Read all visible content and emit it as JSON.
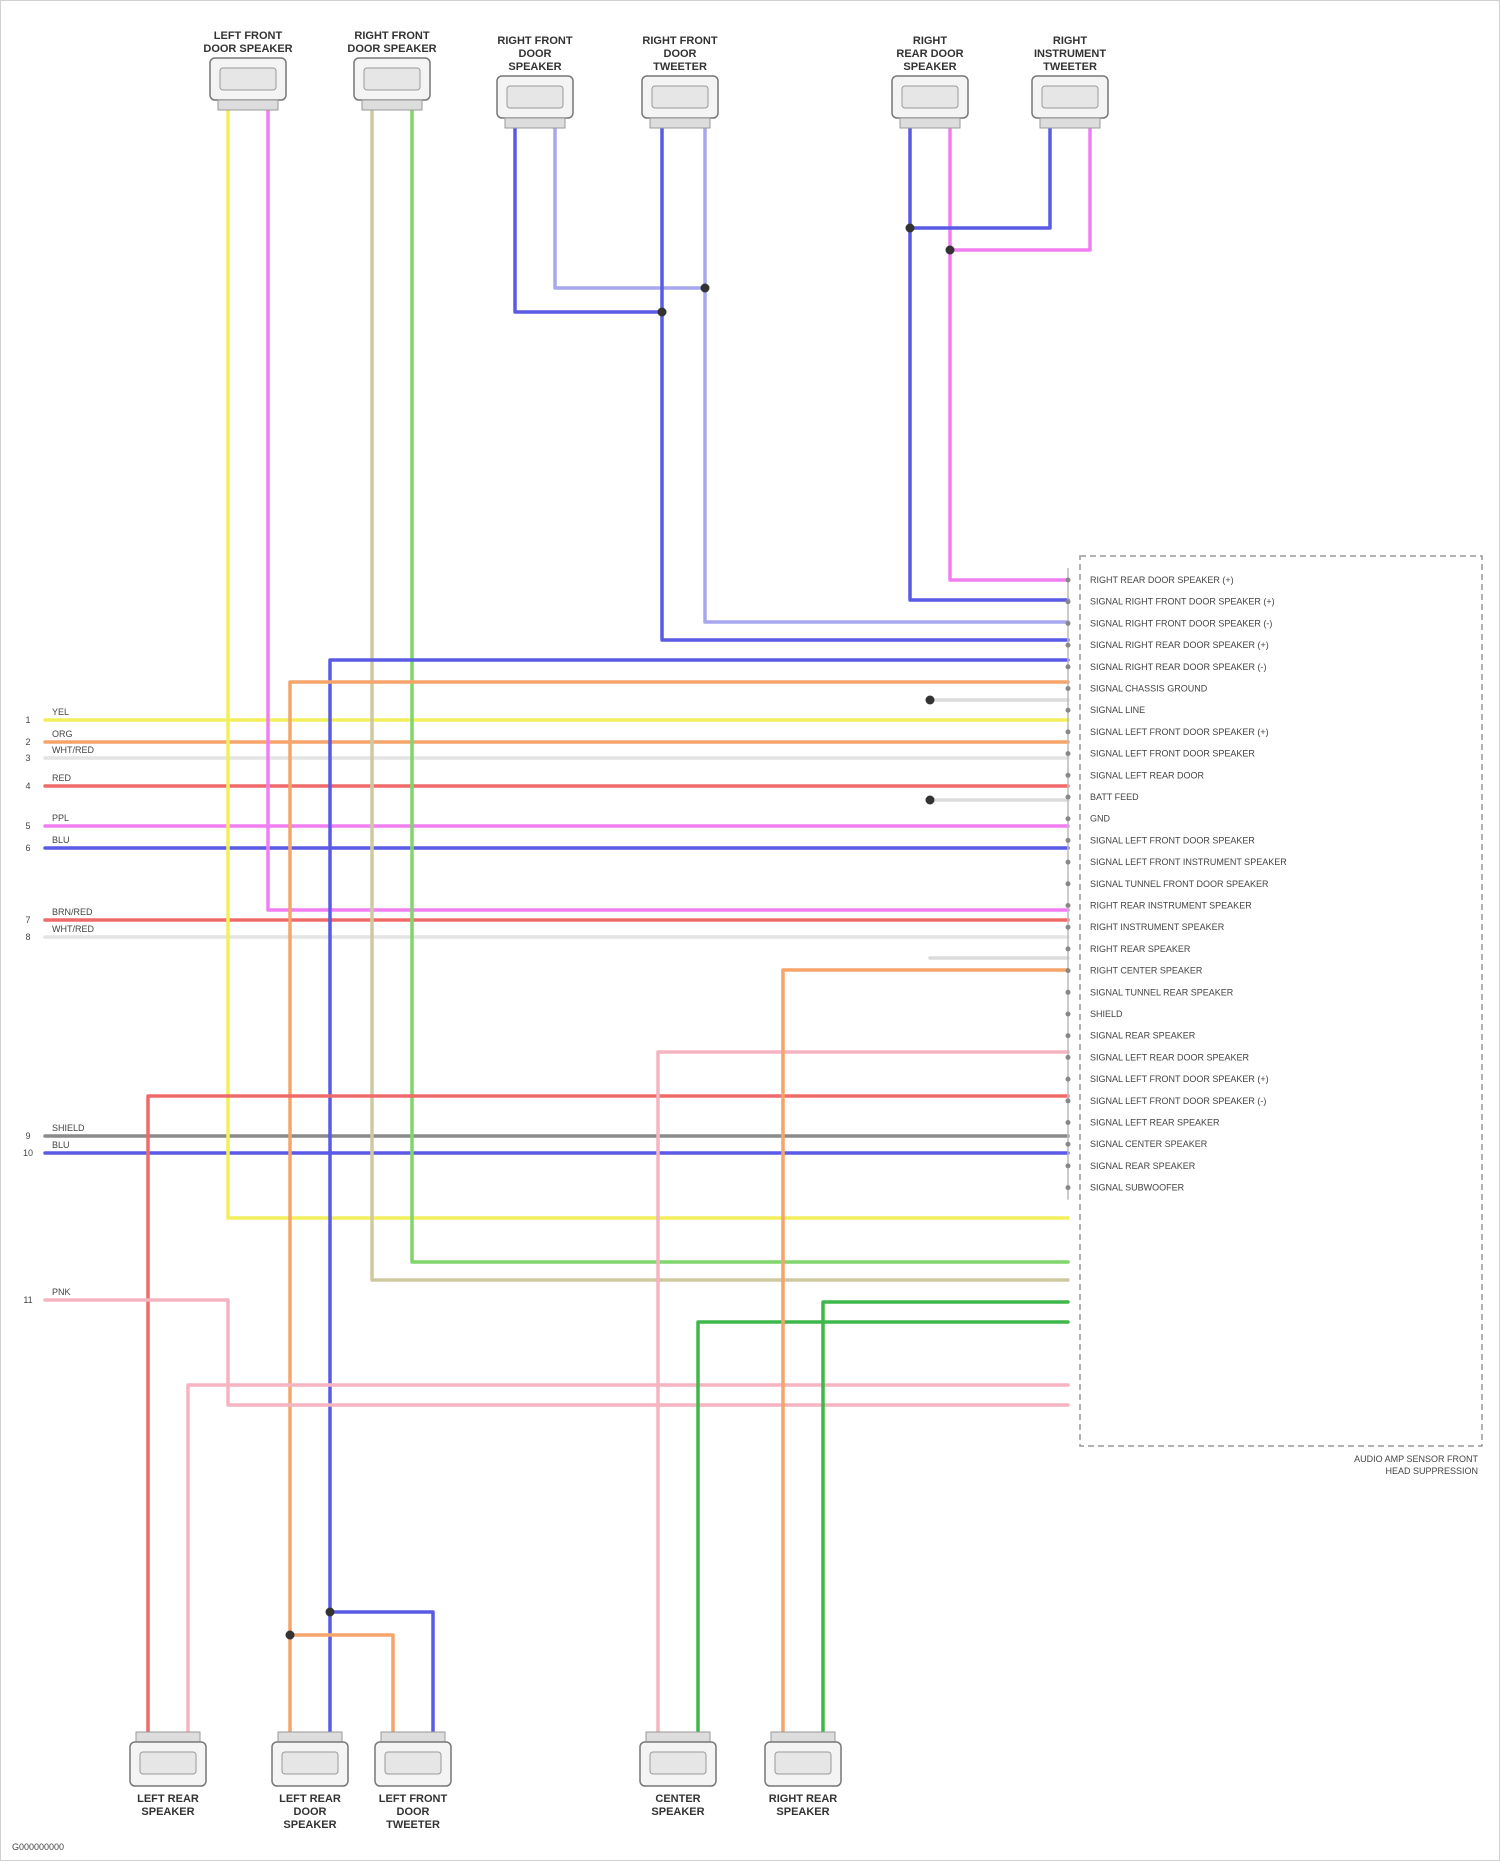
{
  "top_components": [
    {
      "id": "t1",
      "label": [
        "LEFT FRONT",
        "DOOR SPEAKER"
      ]
    },
    {
      "id": "t2",
      "label": [
        "RIGHT FRONT",
        "DOOR SPEAKER"
      ]
    },
    {
      "id": "t3",
      "label": [
        "RIGHT FRONT",
        "DOOR",
        "SPEAKER"
      ]
    },
    {
      "id": "t4",
      "label": [
        "RIGHT FRONT",
        "DOOR",
        "TWEETER"
      ]
    },
    {
      "id": "t5",
      "label": [
        "RIGHT",
        "REAR DOOR",
        "SPEAKER"
      ]
    },
    {
      "id": "t6",
      "label": [
        "RIGHT",
        "INSTRUMENT",
        "TWEETER"
      ]
    }
  ],
  "bottom_components": [
    {
      "id": "b1",
      "label": [
        "LEFT REAR",
        "SPEAKER"
      ]
    },
    {
      "id": "b2",
      "label": [
        "LEFT REAR",
        "DOOR",
        "SPEAKER"
      ]
    },
    {
      "id": "b3",
      "label": [
        "LEFT FRONT",
        "DOOR",
        "TWEETER"
      ]
    },
    {
      "id": "b4",
      "label": [
        "CENTER",
        "SPEAKER"
      ]
    },
    {
      "id": "b5",
      "label": [
        "RIGHT REAR",
        "SPEAKER"
      ]
    }
  ],
  "module": {
    "label": [
      "AUDIO AMP SENSOR FRONT",
      "HEAD SUPPRESSION"
    ]
  },
  "module_pins": [
    "RIGHT REAR DOOR SPEAKER (+)",
    "SIGNAL RIGHT FRONT DOOR SPEAKER (+)",
    "SIGNAL RIGHT FRONT DOOR SPEAKER (-)",
    "SIGNAL RIGHT REAR DOOR SPEAKER (+)",
    "SIGNAL RIGHT REAR DOOR SPEAKER (-)",
    "SIGNAL CHASSIS GROUND",
    "SIGNAL LINE",
    "SIGNAL LEFT FRONT DOOR SPEAKER (+)",
    "SIGNAL LEFT FRONT DOOR SPEAKER",
    "SIGNAL LEFT REAR DOOR",
    "BATT FEED",
    "GND",
    "SIGNAL LEFT FRONT DOOR SPEAKER",
    "SIGNAL LEFT FRONT INSTRUMENT SPEAKER",
    "SIGNAL TUNNEL FRONT DOOR SPEAKER",
    "RIGHT REAR INSTRUMENT SPEAKER",
    "RIGHT INSTRUMENT SPEAKER",
    "RIGHT REAR SPEAKER",
    "RIGHT CENTER SPEAKER",
    "SIGNAL TUNNEL REAR SPEAKER",
    "SHIELD",
    "SIGNAL REAR SPEAKER",
    "SIGNAL LEFT REAR DOOR SPEAKER",
    "SIGNAL LEFT FRONT DOOR SPEAKER (+)",
    "SIGNAL LEFT FRONT DOOR SPEAKER (-)",
    "SIGNAL LEFT REAR SPEAKER",
    "SIGNAL CENTER SPEAKER",
    "SIGNAL REAR SPEAKER",
    "SIGNAL SUBWOOFER"
  ],
  "left_terminals": [
    {
      "num": "1",
      "color": "YEL"
    },
    {
      "num": "2",
      "color": "ORG"
    },
    {
      "num": "3",
      "color": "WHT/RED"
    },
    {
      "num": "4",
      "color": "RED"
    },
    {
      "num": "5",
      "color": "PPL"
    },
    {
      "num": "6",
      "color": "BLU"
    },
    {
      "num": "7",
      "color": "BRN/RED"
    },
    {
      "num": "8",
      "color": "WHT/RED"
    },
    {
      "num": "9",
      "color": "SHIELD"
    },
    {
      "num": "10",
      "color": "BLU"
    },
    {
      "num": "11",
      "color": "PNK"
    }
  ],
  "colors": {
    "yellow": "#f2ef5c",
    "pink": "#f07ef2",
    "olive": "#cfc9a0",
    "green": "#7fd66a",
    "blue": "#5a5ae6",
    "lavender": "#a7a7ef",
    "red": "#f06a6a",
    "orange": "#f5a46a",
    "lightpink": "#f5b4c0",
    "gray": "#8a8a8a",
    "white": "#e4e4e4",
    "darkgreen": "#3fb84a",
    "ground": "#dcdcdc"
  },
  "footer": "G000000000"
}
